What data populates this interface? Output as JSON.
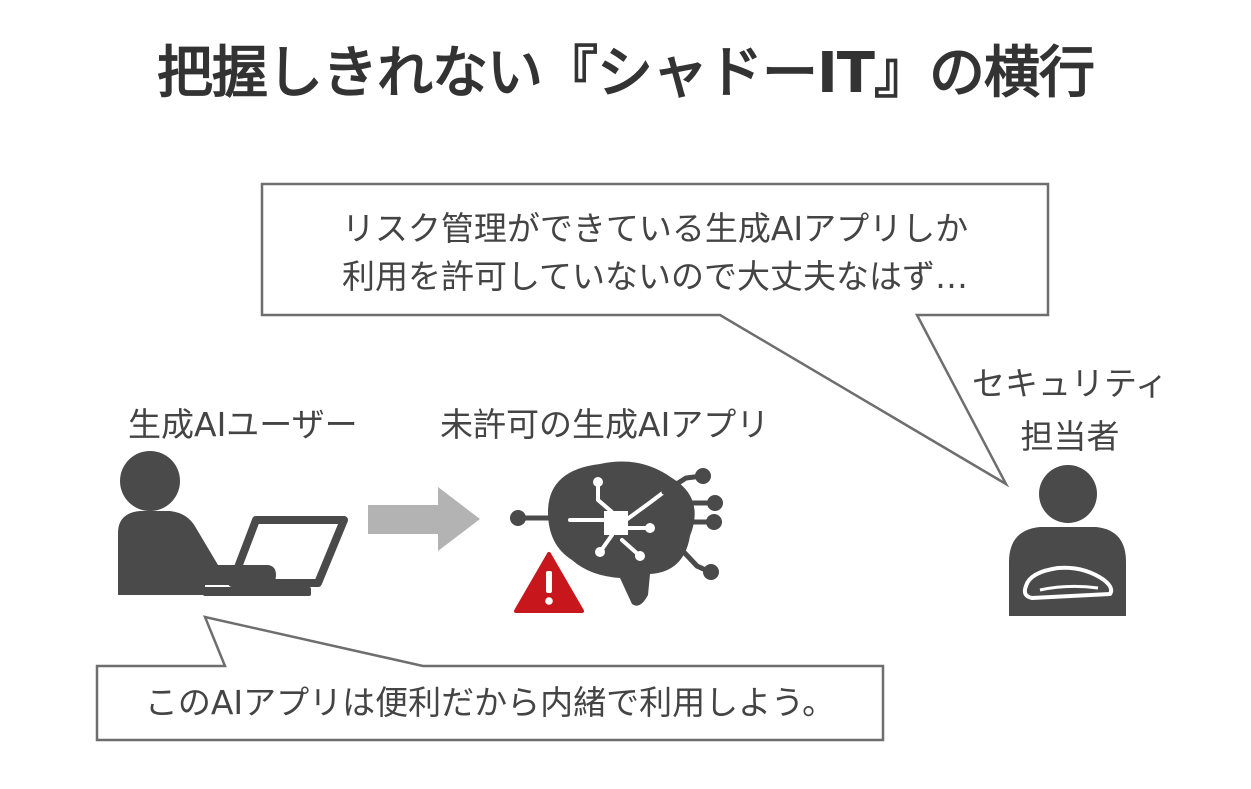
{
  "title": "把握しきれない『シャドーIT』の横行",
  "security_bubble": {
    "line1": "リスク管理ができている生成AIアプリしか",
    "line2": "利用を許可していないので大丈夫なはず…"
  },
  "user_bubble": {
    "text": "このAIアプリは便利だから内緒で利用しよう。"
  },
  "labels": {
    "user": "生成AIユーザー",
    "app": "未許可の生成AIアプリ",
    "security_line1": "セキュリティ",
    "security_line2": "担当者"
  },
  "icons": {
    "user": "user-with-laptop-icon",
    "arrow": "arrow-right-icon",
    "ai_brain": "ai-brain-icon",
    "warning": "warning-icon",
    "security_person": "security-person-arms-crossed-icon"
  },
  "colors": {
    "dark": "#4a4a4a",
    "arrow": "#b3b3b3",
    "warning": "#c8161d",
    "bubble_border": "#6e6e6e"
  }
}
